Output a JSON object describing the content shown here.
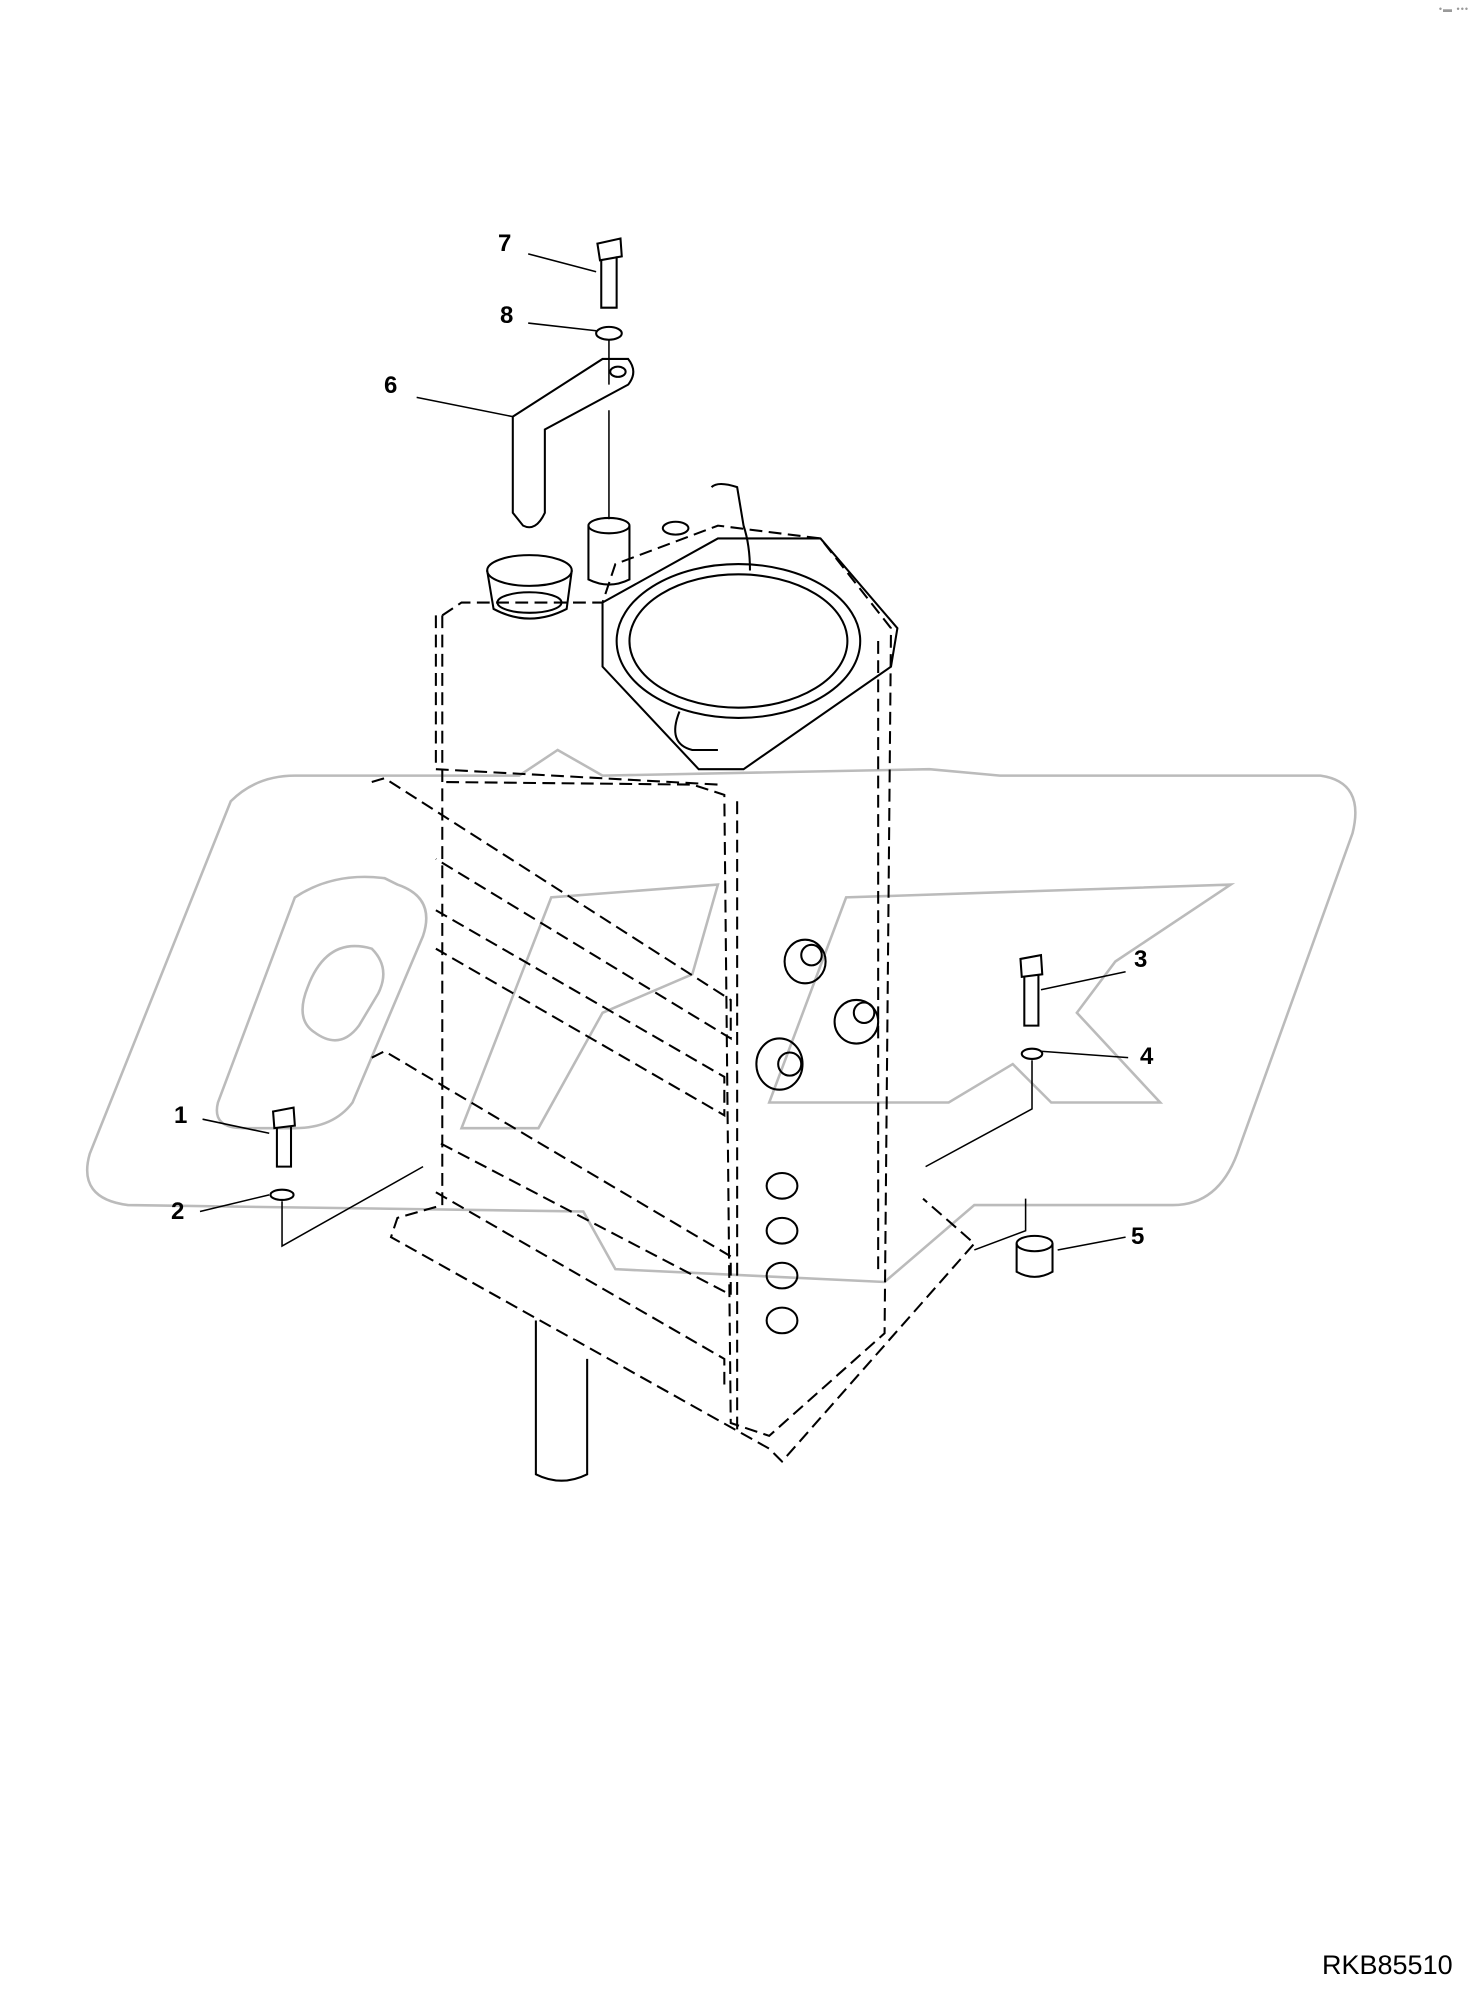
{
  "drawing_code": "RKB85510",
  "watermark": "OPEX",
  "corner_mark": "•▬ •••",
  "callouts": [
    "1",
    "2",
    "3",
    "4",
    "5",
    "6",
    "7",
    "8"
  ]
}
